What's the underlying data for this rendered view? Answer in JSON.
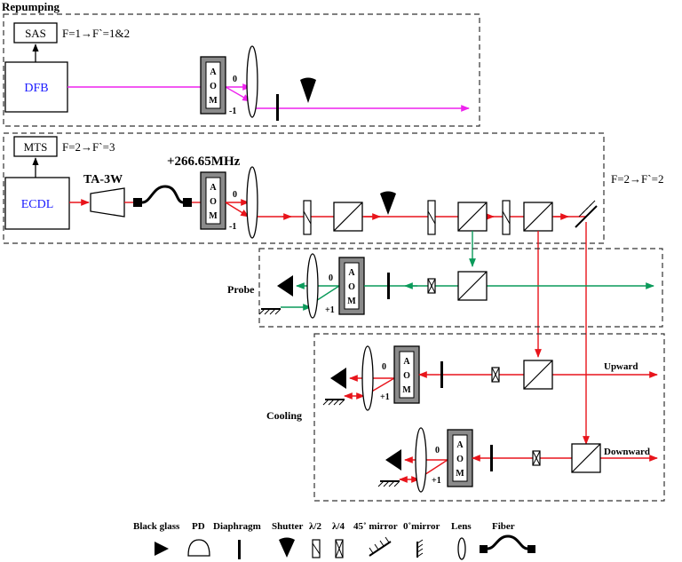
{
  "title": "Repumping",
  "colors": {
    "red": "#e8141b",
    "green": "#0a9a5a",
    "magenta": "#ee22ee",
    "blue": "#1a1aff",
    "aom_gray": "#8a8a8a"
  },
  "repump": {
    "sas": "SAS",
    "sas_transition": "F=1→F`=1&2",
    "laser": "DFB",
    "order0": "0",
    "order_m1": "-1"
  },
  "main": {
    "mts": "MTS",
    "mts_transition": "F=2→F`=3",
    "laser": "ECDL",
    "amp": "TA-3W",
    "freq": "+266.65MHz",
    "order0": "0",
    "order_m1": "-1",
    "right_transition": "F=2→F`=2"
  },
  "aom_letters": [
    "A",
    "O",
    "M"
  ],
  "probe": {
    "label": "Probe",
    "order0": "0",
    "order_p1": "+1"
  },
  "cooling": {
    "label": "Cooling",
    "order0": "0",
    "order_p1": "+1",
    "upward": "Upward"
  },
  "downward": {
    "order0": "0",
    "order_p1": "+1",
    "label": "Downward"
  },
  "legend": {
    "black_glass": "Black glass",
    "pd": "PD",
    "diaphragm": "Diaphragm",
    "shutter": "Shutter",
    "half_wave": "λ/2",
    "quarter_wave": "λ/4",
    "mirror45": "45˚ mirror",
    "mirror0": "0˚mirror",
    "lens": "Lens",
    "fiber": "Fiber"
  }
}
